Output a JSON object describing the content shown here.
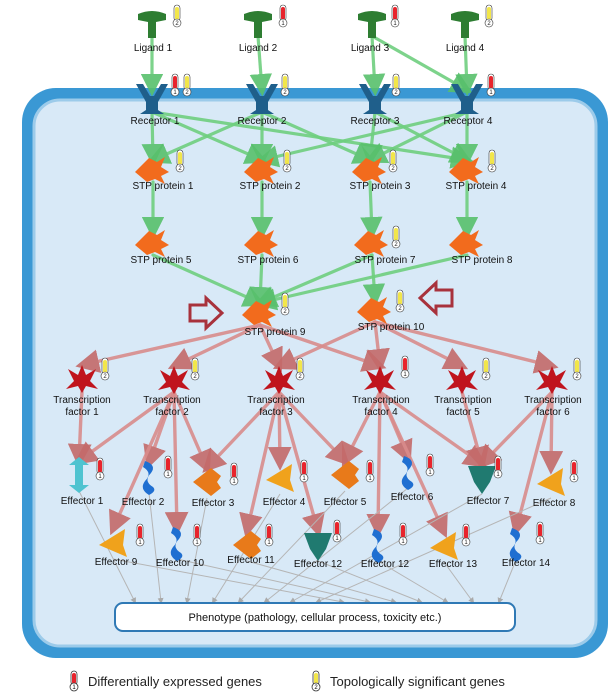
{
  "nodes": {
    "ligands": [
      "Ligand 1",
      "Ligand 2",
      "Ligand 3",
      "Ligand 4"
    ],
    "receptors": [
      "Receptor 1",
      "Receptor 2",
      "Receptor 3",
      "Receptor 4"
    ],
    "stp_row1": [
      "STP protein 1",
      "STP protein 2",
      "STP protein 3",
      "STP protein 4"
    ],
    "stp_row2": [
      "STP protein 5",
      "STP protein 6",
      "STP protein 7",
      "STP protein 8"
    ],
    "stp_row3": [
      "STP protein 9",
      "STP protein 10"
    ],
    "tf_lines": [
      [
        "Transcription",
        "factor 1"
      ],
      [
        "Transcription",
        "factor 2"
      ],
      [
        "Transcription",
        "factor 3"
      ],
      [
        "Transcription",
        "factor 4"
      ],
      [
        "Transcription",
        "factor 5"
      ],
      [
        "Transcription",
        "factor 6"
      ]
    ],
    "effectors_row1": [
      "Effector 1",
      "Effector 2",
      "Effector 3",
      "Effector 4",
      "Effector 5",
      "Effector 6",
      "Effector 7",
      "Effector 8"
    ],
    "effectors_row2": [
      "Effector 9",
      "Effector 10",
      "Effector 11",
      "Effector 12",
      "Effector 12",
      "Effector 13",
      "Effector 14"
    ]
  },
  "phenotype": "Phenotype (pathology, cellular process, toxicity etc.)",
  "badges": {
    "one": "1",
    "two": "2"
  },
  "legend": {
    "de_label": "Differentially expressed genes",
    "topo_label": "Topologically significant genes"
  },
  "colors": {
    "ligand": "#2e7d32",
    "receptor": "#1f5f8b",
    "stp": "#f26b1d",
    "tf": "#c0141d",
    "green_arrow": "#6fcf7f",
    "red_arrow": "#d98c8c",
    "cell_membrane": "#4aa3d8",
    "cytoplasm": "#dcecf8",
    "hollow_arrow": "#a8323c",
    "de_therm": "#e8242c",
    "topo_therm": "#f2e64a"
  }
}
